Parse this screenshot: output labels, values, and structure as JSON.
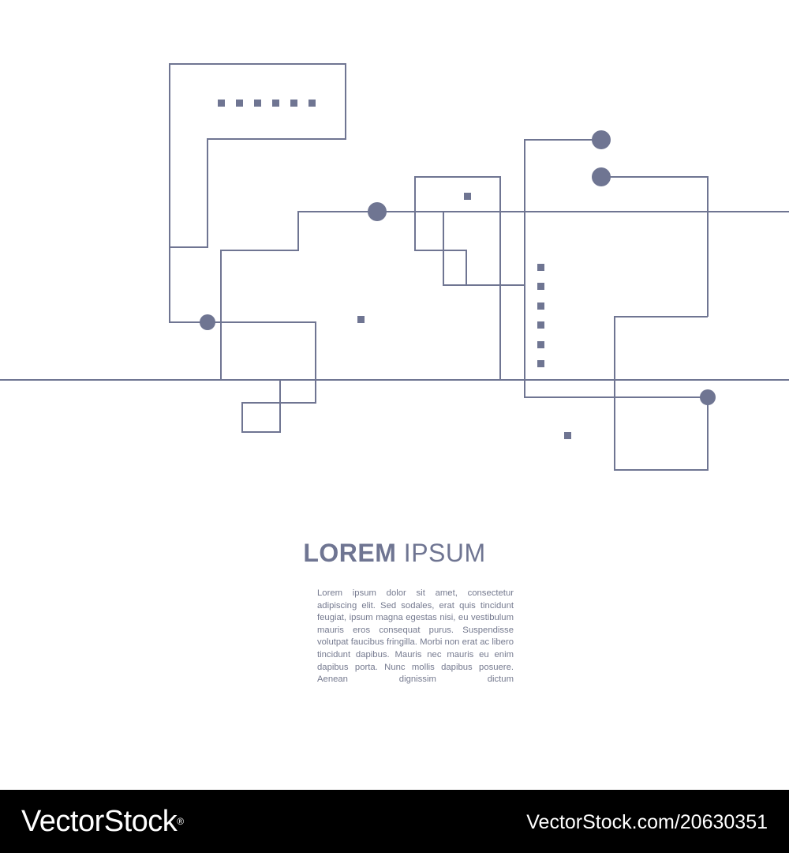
{
  "content": {
    "title_bold": "LOREM",
    "title_light": "IPSUM",
    "body": "Lorem ipsum dolor sit amet, consectetur adipiscing elit. Sed sodales, erat quis tincidunt feugiat, ipsum magna egestas nisi, eu vestibulum mauris eros consequat purus. Suspendisse volutpat faucibus fringilla. Morbi non erat ac libero tincidunt dapibus. Mauris nec mauris eu enim dapibus porta. Nunc mollis dapibus posuere. Aenean dignissim dictum"
  },
  "footer": {
    "brand": "VectorStock",
    "brand_mark": "®",
    "stock_id": "VectorStock.com/20630351"
  },
  "colors": {
    "line": "#6f7592",
    "text": "#757a8f",
    "footer_bg": "#000000",
    "footer_text": "#ffffff"
  }
}
